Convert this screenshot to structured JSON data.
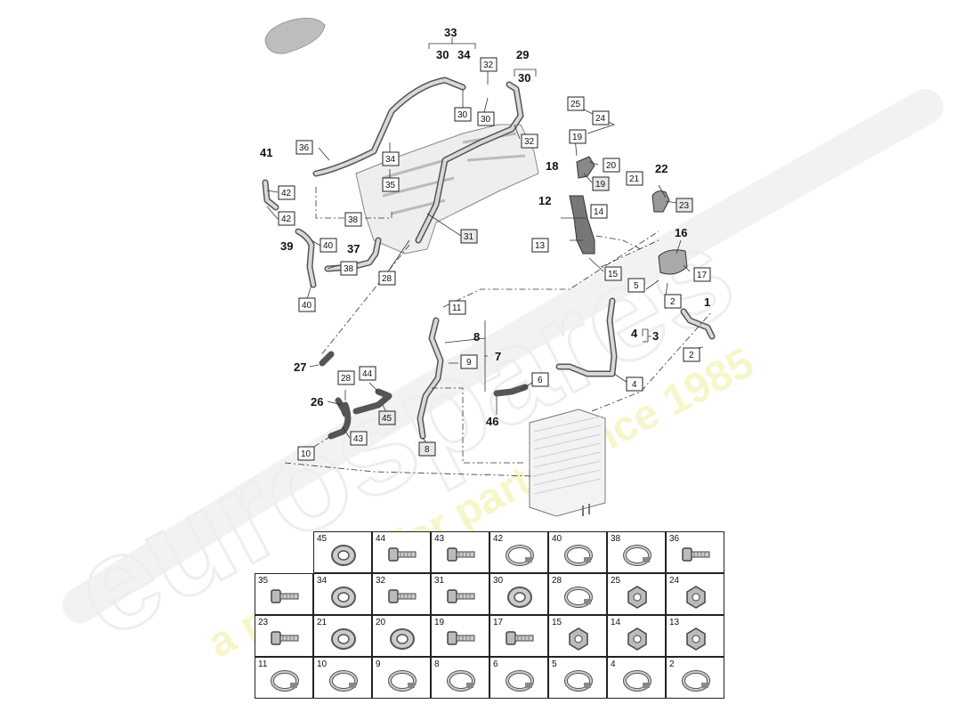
{
  "watermark": {
    "brand": "eurospares",
    "tagline": "a passion for parts since 1985"
  },
  "callouts": {
    "33": "33",
    "30a": "30",
    "34a": "34",
    "29": "29",
    "30b": "30",
    "32a": "32",
    "30c": "30",
    "30d": "30",
    "32b": "32",
    "36": "36",
    "34b": "34",
    "35": "35",
    "41": "41",
    "42a": "42",
    "42b": "42",
    "38a": "38",
    "39": "39",
    "40a": "40",
    "37": "37",
    "38b": "38",
    "40b": "40",
    "31": "31",
    "28a": "28",
    "25": "25",
    "24": "24",
    "19a": "19",
    "18": "18",
    "20": "20",
    "19b": "19",
    "22": "22",
    "21": "21",
    "23": "23",
    "12": "12",
    "14": "14",
    "13": "13",
    "15": "15",
    "16": "16",
    "17": "17",
    "5": "5",
    "2a": "2",
    "1": "1",
    "11": "11",
    "8a": "8",
    "9": "9",
    "7": "7",
    "4a": "4",
    "3": "3",
    "2b": "2",
    "4b": "4",
    "6": "6",
    "27": "27",
    "28b": "28",
    "44": "44",
    "26": "26",
    "45": "45",
    "43": "43",
    "46": "46",
    "10": "10",
    "8b": "8"
  },
  "parts_table": {
    "rows": [
      [
        "45",
        "44",
        "43",
        "42",
        "40",
        "38",
        "36"
      ],
      [
        "35",
        "34",
        "32",
        "31",
        "30",
        "28",
        "25",
        "24"
      ],
      [
        "23",
        "21",
        "20",
        "19",
        "17",
        "15",
        "14",
        "13"
      ],
      [
        "11",
        "10",
        "9",
        "8",
        "6",
        "5",
        "4",
        "2"
      ]
    ]
  }
}
